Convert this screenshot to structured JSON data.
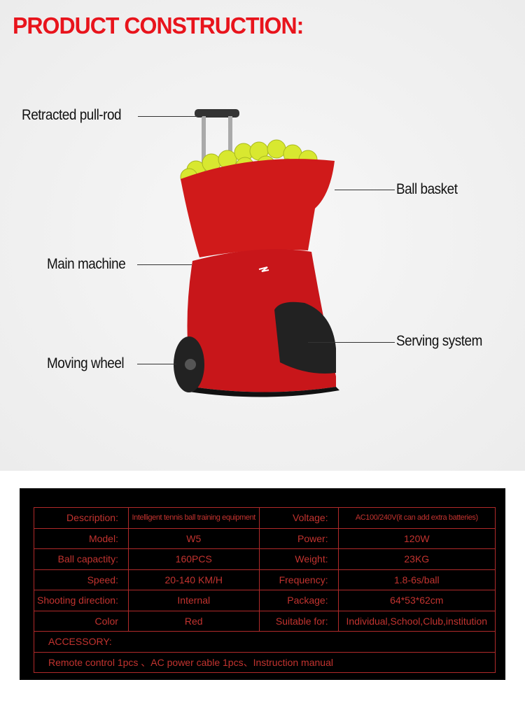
{
  "title": "PRODUCT CONSTRUCTION:",
  "labels": {
    "pull_rod": "Retracted pull-rod",
    "ball_basket": "Ball basket",
    "main_machine": "Main machine",
    "serving_system": "Serving system",
    "moving_wheel": "Moving wheel"
  },
  "colors": {
    "title": "#e8141c",
    "machine": "#d01a1a",
    "balls": "#d8e830",
    "table_text": "#c2332f"
  },
  "specs": {
    "rows": [
      {
        "k1": "Description:",
        "v1": "Intelligent tennis ball training equipment",
        "k2": "Voltage:",
        "v2": "AC100/240V(it can add extra batteries)"
      },
      {
        "k1": "Model:",
        "v1": "W5",
        "k2": "Power:",
        "v2": "120W"
      },
      {
        "k1": "Ball capactity:",
        "v1": "160PCS",
        "k2": "Weight:",
        "v2": "23KG"
      },
      {
        "k1": "Speed:",
        "v1": "20-140 KM/H",
        "k2": "Frequency:",
        "v2": "1.8-6s/ball"
      },
      {
        "k1": "Shooting direction:",
        "v1": "Internal",
        "k2": "Package:",
        "v2": "64*53*62cm"
      },
      {
        "k1": "Color",
        "v1": "Red",
        "k2": "Suitable for:",
        "v2": "Individual,School,Club,institution"
      }
    ],
    "accessory_label": "ACCESSORY:",
    "accessory_value": "Remote control 1pcs 、AC power cable 1pcs、Instruction manual"
  }
}
